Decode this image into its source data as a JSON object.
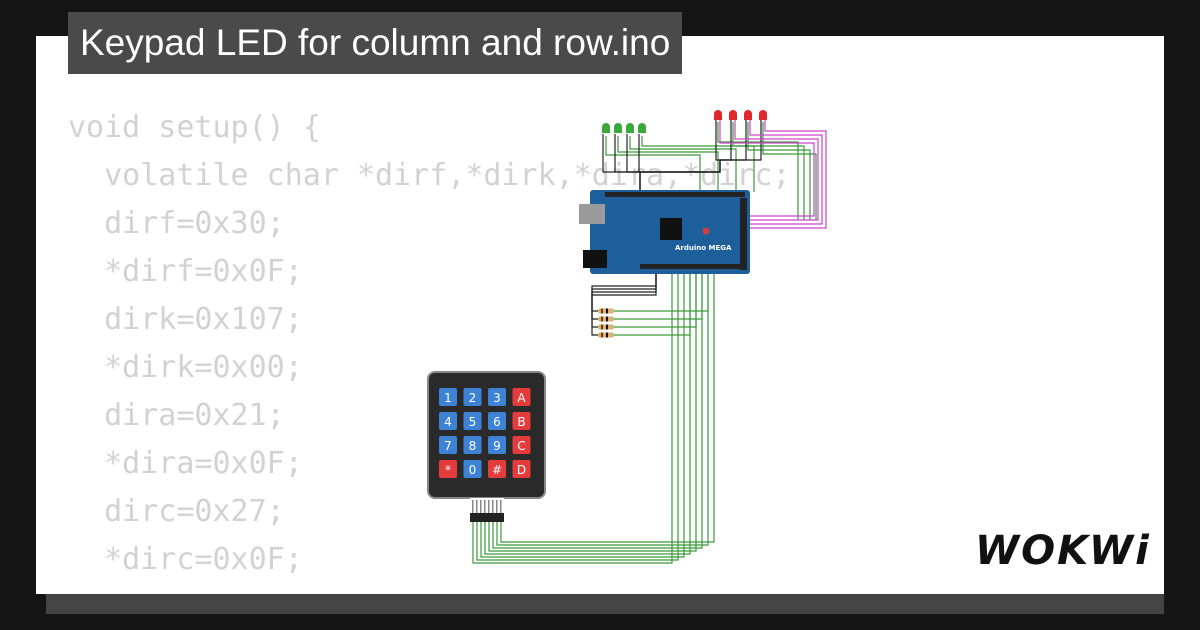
{
  "title": "Keypad LED for column and row.ino",
  "code_lines": [
    "void setup() {",
    "  volatile char *dirf,*dirk,*dira,*dirc;",
    "  dirf=0x30;",
    "  *dirf=0x0F;",
    "  dirk=0x107;",
    "  *dirk=0x00;",
    "  dira=0x21;",
    "  *dira=0x0F;",
    "  dirc=0x27;",
    "  *dirc=0x0F;",
    "}"
  ],
  "board": {
    "label": "Arduino MEGA",
    "color": "#1d5f9b"
  },
  "leds": {
    "green_count": 4,
    "red_count": 4,
    "green_color": "#3aa83a",
    "red_color": "#e0262a"
  },
  "keypad": {
    "keys": [
      [
        "1",
        "2",
        "3",
        "A"
      ],
      [
        "4",
        "5",
        "6",
        "B"
      ],
      [
        "7",
        "8",
        "9",
        "C"
      ],
      [
        "*",
        "0",
        "#",
        "D"
      ]
    ],
    "digit_color": "#3d82d4",
    "letter_color": "#e43c3c"
  },
  "brand": {
    "logo": "WOKWi"
  }
}
